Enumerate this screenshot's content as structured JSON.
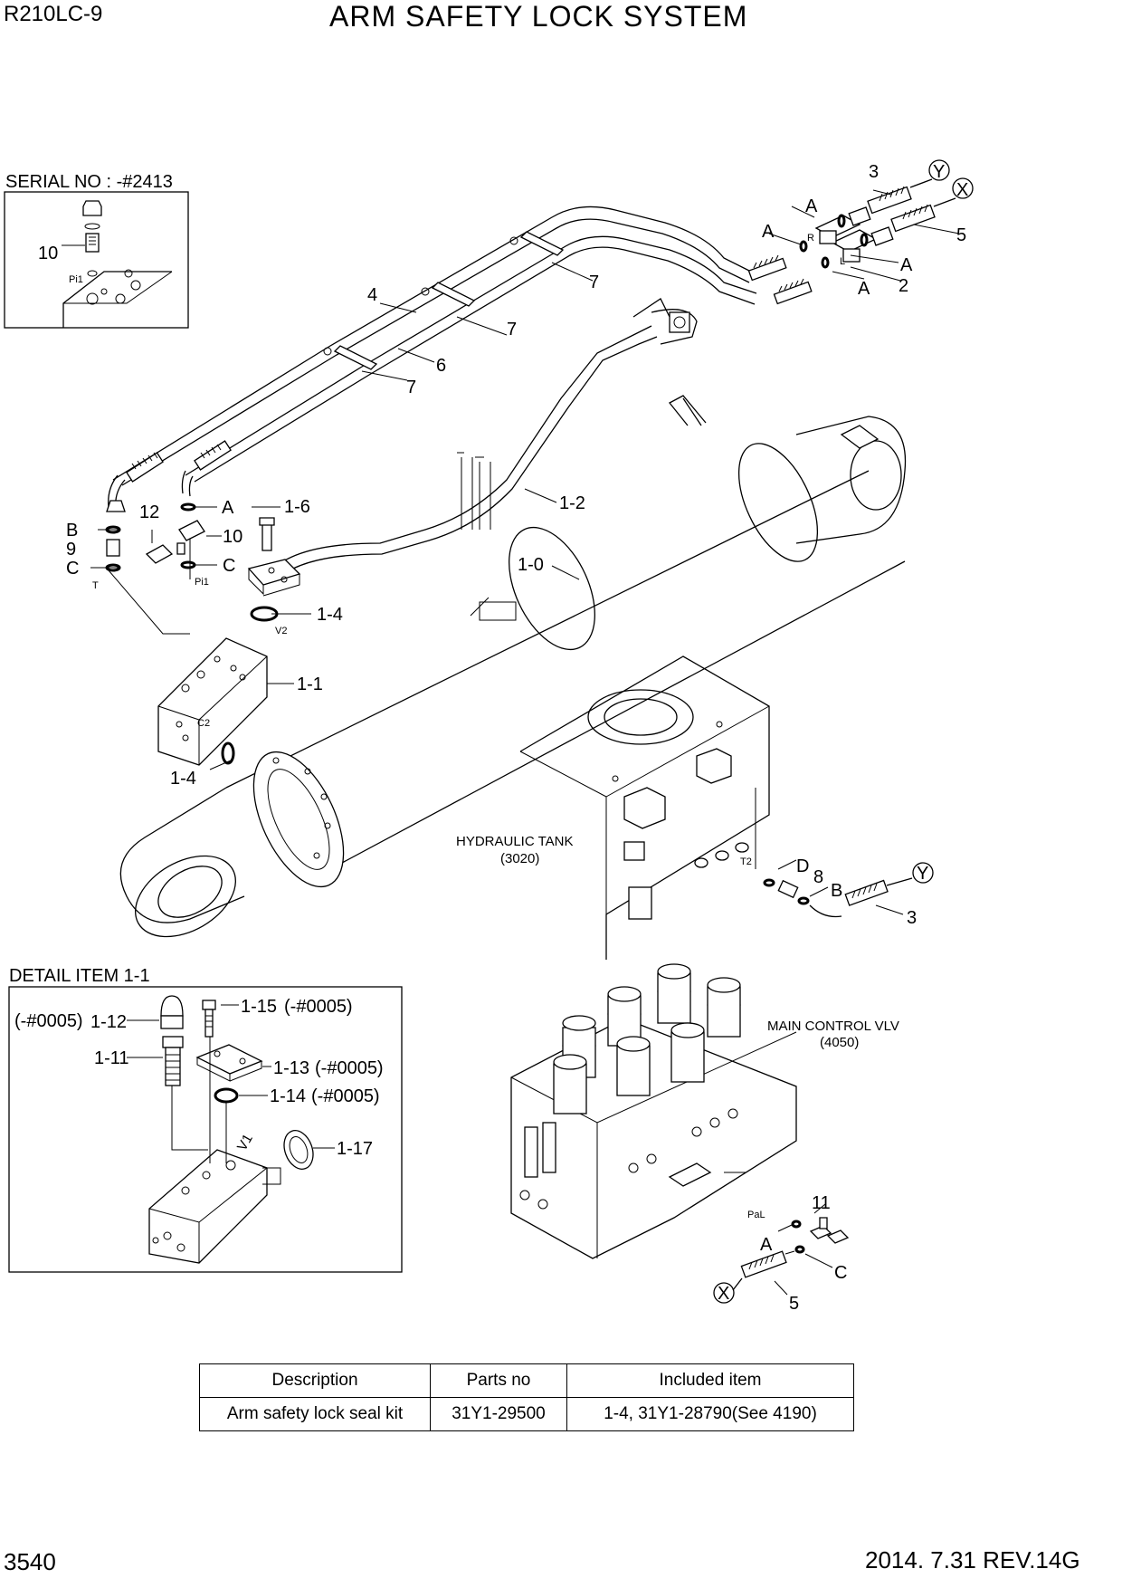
{
  "header": {
    "model": "R210LC-9",
    "title": "ARM SAFETY LOCK SYSTEM"
  },
  "inset_serial": {
    "title": "SERIAL NO : -#2413",
    "labels": {
      "item": "10",
      "port": "Pi1"
    }
  },
  "detail_inset": {
    "title": "DETAIL ITEM 1-1",
    "labels": {
      "l_1_12_prefix": "(-#0005)",
      "l_1_12": "1-12",
      "l_1_11": "1-11",
      "l_1_15": "1-15",
      "l_1_15_note": "(-#0005)",
      "l_1_13": "1-13",
      "l_1_13_note": "(-#0005)",
      "l_1_14": "1-14",
      "l_1_14_note": "(-#0005)",
      "l_1_17": "1-17",
      "port_v1": "V1"
    }
  },
  "callouts": {
    "c3_top": "3",
    "cY_top": "Y",
    "cX_top": "X",
    "c5_top": "5",
    "cA_1": "A",
    "cA_2": "A",
    "cA_3": "A",
    "cA_4": "A",
    "cR": "R",
    "cL": "L",
    "c2": "2",
    "c7_a": "7",
    "c7_b": "7",
    "c7_c": "7",
    "c4": "4",
    "c6": "6",
    "c1_2": "1-2",
    "c1_0": "1-0",
    "c1_6": "1-6",
    "cA_5": "A",
    "cB_1": "B",
    "c9": "9",
    "cC_1": "C",
    "cT": "T",
    "c12": "12",
    "c10": "10",
    "cC_2": "C",
    "cPi1": "Pi1",
    "c1_4a": "1-4",
    "cV2": "V2",
    "c1_1": "1-1",
    "cC2": "C2",
    "c1_4b": "1-4",
    "hydraulic_tank": "HYDRAULIC TANK",
    "hydraulic_tank_no": "(3020)",
    "cT2": "T2",
    "cD": "D",
    "c8": "8",
    "cB_2": "B",
    "cY_low": "Y",
    "c3_low": "3",
    "main_control": "MAIN CONTROL VLV",
    "main_control_no": "(4050)",
    "c11": "11",
    "cPaL": "PaL",
    "cA_6": "A",
    "cC_3": "C",
    "cX_low": "X",
    "c5_low": "5"
  },
  "kit_table": {
    "headers": [
      "Description",
      "Parts no",
      "Included item"
    ],
    "rows": [
      [
        "Arm safety lock seal kit",
        "31Y1-29500",
        "1-4, 31Y1-28790(See 4190)"
      ]
    ]
  },
  "footer": {
    "page": "3540",
    "date_rev": "2014. 7.31  REV.14G"
  }
}
